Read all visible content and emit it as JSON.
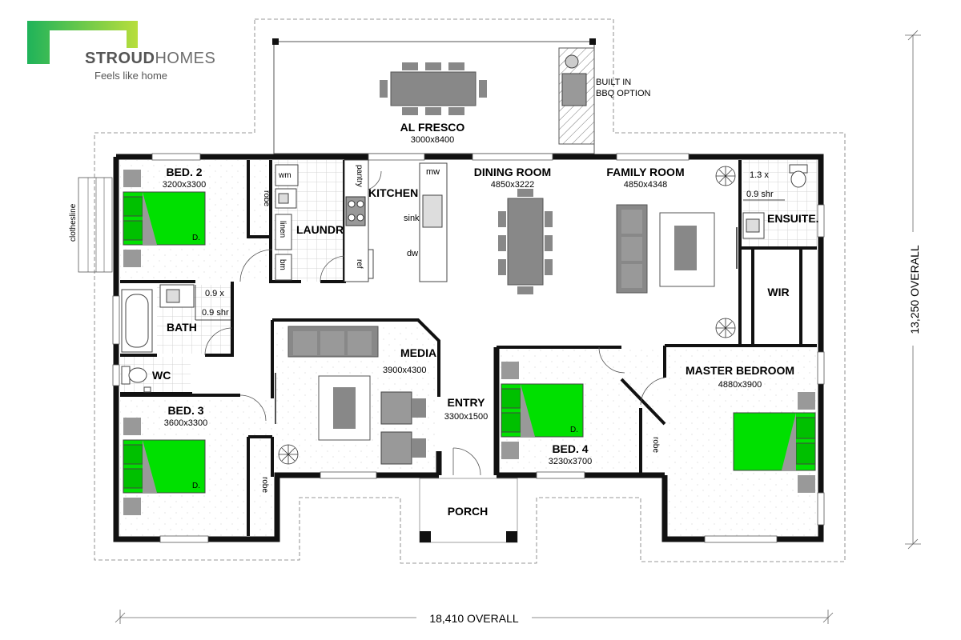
{
  "brand": {
    "name_bold": "STROUD",
    "name_light": "HOMES",
    "tagline": "Feels like home",
    "colors": {
      "green": "#00e000",
      "green_light": "#a8d84a",
      "grey_text": "#555555"
    }
  },
  "rooms": {
    "alfresco": {
      "name": "AL FRESCO",
      "dim": "3000x8400"
    },
    "bbq": {
      "line1": "BUILT IN",
      "line2": "BBQ OPTION"
    },
    "bed2": {
      "name": "BED. 2",
      "dim": "3200x3300"
    },
    "kitchen": {
      "name": "KITCHEN"
    },
    "laundry": {
      "name": "LAUNDRY"
    },
    "dining": {
      "name": "DINING ROOM",
      "dim": "4850x3222"
    },
    "family": {
      "name": "FAMILY ROOM",
      "dim": "4850x4348"
    },
    "ensuite": {
      "name": "ENSUITE.",
      "shower_line1": "1.3 x",
      "shower_line2": "0.9 shr"
    },
    "wir": {
      "name": "WIR"
    },
    "bath": {
      "name": "BATH",
      "shower_line1": "0.9 x",
      "shower_line2": "0.9 shr"
    },
    "wc": {
      "name": "WC"
    },
    "media": {
      "name": "MEDIA",
      "dim": "3900x4300"
    },
    "entry": {
      "name": "ENTRY",
      "dim": "3300x1500"
    },
    "bed3": {
      "name": "BED. 3",
      "dim": "3600x3300"
    },
    "bed4": {
      "name": "BED. 4",
      "dim": "3230x3700"
    },
    "master": {
      "name": "MASTER BEDROOM",
      "dim": "4880x3900"
    },
    "porch": {
      "name": "PORCH"
    }
  },
  "fixtures": {
    "wm": "wm",
    "linen": "linen",
    "bm": "bm",
    "pantry": "pantry",
    "ref": "ref",
    "mw": "mw",
    "sink": "sink",
    "dw": "dw",
    "robe": "robe",
    "d_mark": "D.",
    "clothesline": "clothesline"
  },
  "dimensions": {
    "width": "18,410 OVERALL",
    "depth": "13,250 OVERALL"
  }
}
